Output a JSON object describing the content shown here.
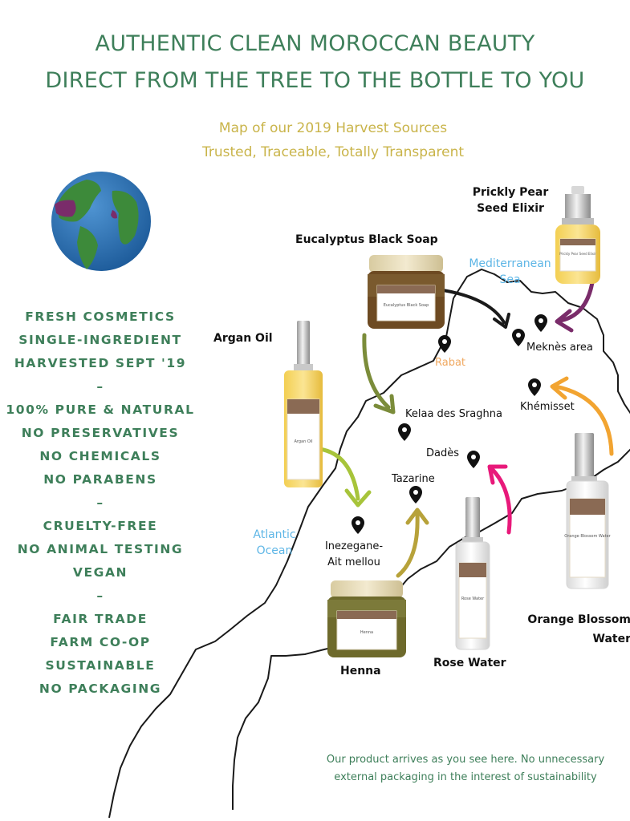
{
  "header": {
    "line1": "AUTHENTIC CLEAN MOROCCAN BEAUTY",
    "line2": "DIRECT FROM THE TREE TO THE BOTTLE TO YOU"
  },
  "subheader": {
    "line1": "Map of our 2019 Harvest Sources",
    "line2": "Trusted, Traceable, Totally Transparent"
  },
  "features": [
    "FRESH COSMETICS",
    "SINGLE-INGREDIENT",
    "HARVESTED SEPT '19",
    "–",
    "100% PURE & NATURAL",
    "NO PRESERVATIVES",
    "NO CHEMICALS",
    "NO PARABENS",
    "–",
    "CRUELTY-FREE",
    "NO ANIMAL TESTING",
    "VEGAN",
    "–",
    "FAIR TRADE",
    "FARM CO-OP",
    "SUSTAINABLE",
    "NO PACKAGING"
  ],
  "products": {
    "prickly_pear": "Prickly Pear\nSeed Elixir",
    "eucalyptus": "Eucalyptus Black Soap",
    "argan": "Argan Oil",
    "henna": "Henna",
    "rose": "Rose Water",
    "orange": "Orange Blossom\nWater"
  },
  "product_labels": {
    "argan": "Argan Oil",
    "eucalyptus": "Eucalyptus Black Soap",
    "henna": "Henna",
    "rose": "Rose Water",
    "orange": "Orange Blossom Water",
    "prickly": "Prickly Pear Seed Elixir"
  },
  "places": {
    "rabat": "Rabat",
    "meknes": "Meknès area",
    "khemisset": "Khémisset",
    "kelaa": "Kelaa des Sraghna",
    "dades": "Dadès",
    "tazarine": "Tazarine",
    "inezegane": "Inezegane-\nAit mellou"
  },
  "water": {
    "med": "Mediterranean\nSea",
    "atlantic": "Atlantic\nOcean"
  },
  "footer": {
    "line1": "Our product arrives as you see here. No unnecessary",
    "line2": "external packaging in the interest of sustainability"
  },
  "colors": {
    "title_green": "#3e7f5a",
    "subtitle_gold": "#c9b44a",
    "water_blue": "#5eb6e6",
    "rabat_orange": "#f0a860",
    "arrow_purple": "#7a2c6a",
    "arrow_black": "#1a1a1a",
    "arrow_olive": "#7b8c3a",
    "arrow_lime": "#a7c43a",
    "arrow_gold": "#b7a23a",
    "arrow_pink": "#e8197a",
    "arrow_orange": "#f2a431"
  }
}
